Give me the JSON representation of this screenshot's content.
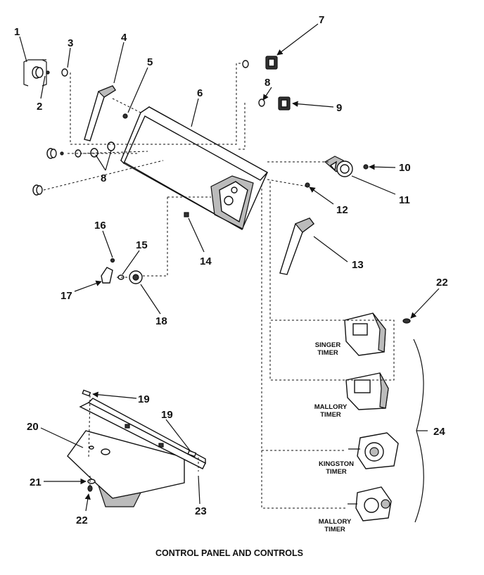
{
  "caption": "CONTROL PANEL AND CONTROLS",
  "callouts": {
    "c1": "1",
    "c2": "2",
    "c3": "3",
    "c4": "4",
    "c5": "5",
    "c6": "6",
    "c7": "7",
    "c8a": "8",
    "c8b": "8",
    "c9": "9",
    "c10": "10",
    "c11": "11",
    "c12": "12",
    "c13": "13",
    "c14": "14",
    "c15": "15",
    "c16": "16",
    "c17": "17",
    "c18": "18",
    "c19a": "19",
    "c19b": "19",
    "c20": "20",
    "c21": "21",
    "c22a": "22",
    "c22b": "22",
    "c23": "23",
    "c24": "24"
  },
  "timers": {
    "singer_l1": "SINGER",
    "singer_l2": "TIMER",
    "mallory1_l1": "MALLORY",
    "mallory1_l2": "TIMER",
    "kingston_l1": "KINGSTON",
    "kingston_l2": "TIMER",
    "mallory2_l1": "MALLORY",
    "mallory2_l2": "TIMER"
  }
}
